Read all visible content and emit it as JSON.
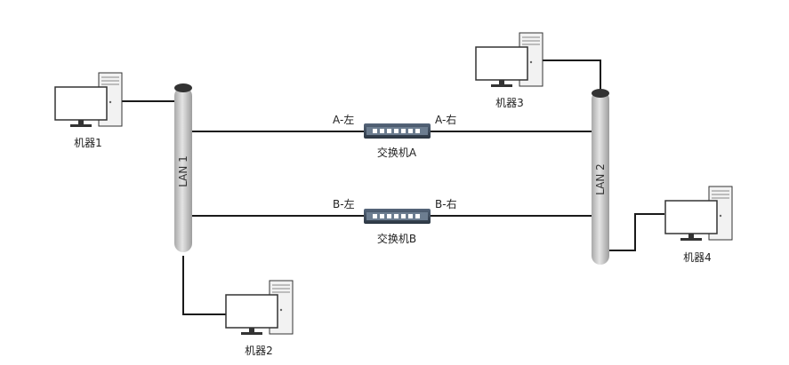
{
  "lans": [
    {
      "id": "lan1",
      "label": "LAN 1"
    },
    {
      "id": "lan2",
      "label": "LAN 2"
    }
  ],
  "machines": [
    {
      "id": "m1",
      "label": "机器1"
    },
    {
      "id": "m2",
      "label": "机器2"
    },
    {
      "id": "m3",
      "label": "机器3"
    },
    {
      "id": "m4",
      "label": "机器4"
    }
  ],
  "switches": [
    {
      "id": "swA",
      "label": "交换机A",
      "left_port": "A-左",
      "right_port": "A-右"
    },
    {
      "id": "swB",
      "label": "交换机B",
      "left_port": "B-左",
      "right_port": "B-右"
    }
  ],
  "colors": {
    "cable": "#1a1a1a",
    "bus_fill": "#c8c8c8",
    "bus_cap": "#333333",
    "monitor_stroke": "#333333",
    "tower_fill": "#f2f2f2",
    "switch_body": "#3b4a5a"
  }
}
